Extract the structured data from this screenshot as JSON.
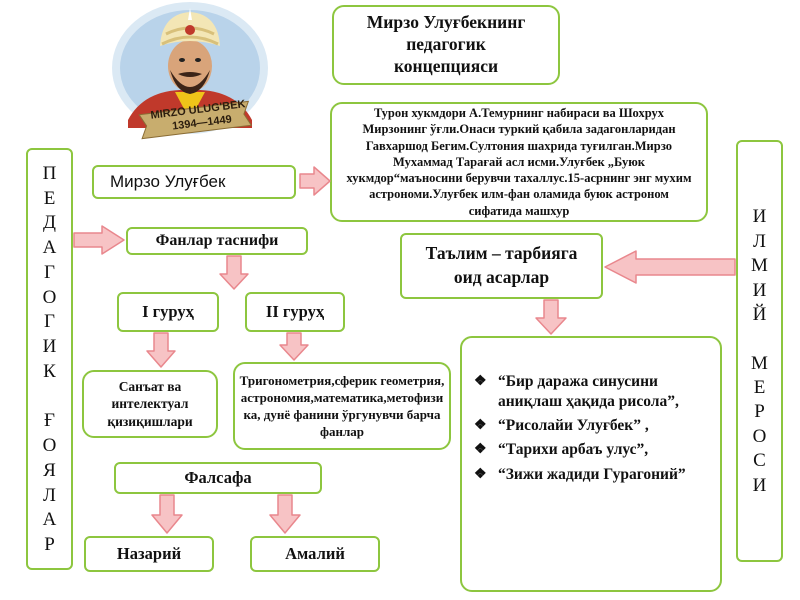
{
  "portrait": {
    "name_line": "MIRZO ULUG'BEK",
    "years_line": "1394—1449"
  },
  "title": {
    "line1": "Мирзо Улуғбекнинг",
    "line2": "педагогик",
    "line3": "концепцияси"
  },
  "bio_text": "Турон хукмдори А.Темурнинг набираси ва Шохрух Мирзонинг ўғли.Онаси туркий қабила задагонларидан Гавхаршод Бегим.Султония шахрида туғилган.Мирзо Мухаммад Тарағай асл исми.Улуғбек „Буюк хукмдор“маъносини берувчи тахаллус.15-асрнинг энг мухим астрономи.Улуғбек илм-фан оламида буюк астроном сифатида машхур",
  "name_box": "Мирзо Улуғбек",
  "left_vertical": [
    "П",
    "Е",
    "Д",
    "А",
    "Г",
    "О",
    "Г",
    "И",
    "К",
    "",
    "Ғ",
    "О",
    "Я",
    "Л",
    "А",
    "Р"
  ],
  "right_vertical": [
    "И",
    "Л",
    "М",
    "И",
    "Й",
    "",
    "М",
    "Е",
    "Р",
    "О",
    "С",
    "И"
  ],
  "classification": "Фанлар таснифи",
  "group1": "I гуруҳ",
  "group2": "II гуруҳ",
  "group1_desc": "Санъат ва интелектуал қизиқишлари",
  "group2_desc": "Тригонометрия,сферик геометрия,астрономия,математика,метофизика, дунё фанини ўргунувчи барча фанлар",
  "philosophy": "Фалсафа",
  "theoretical": "Назарий",
  "practical": "Амалий",
  "works_title": "Таълим – тарбияга оид асарлар",
  "works": [
    "“Бир даража синусини аниқлаш ҳақида рисола”,",
    "“Рисолайи Улуғбек” ,",
    "“Тарихи арбаъ улус”,",
    "“Зижи жадиди Гурагоний”"
  ],
  "colors": {
    "border": "#8dc63f",
    "arrow_fill": "#f7c3c5",
    "arrow_stroke": "#e9878d"
  }
}
